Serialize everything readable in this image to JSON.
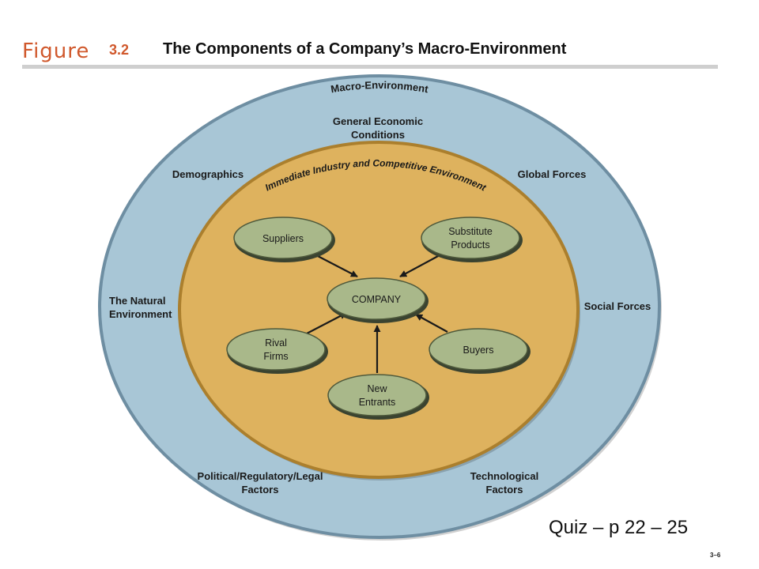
{
  "header": {
    "figure_word": "Figure",
    "figure_number": "3.2",
    "title": "The Components of a Company’s Macro-Environment"
  },
  "outer_ring": {
    "label": "Macro-Environment",
    "factors": {
      "economic": [
        "General Economic",
        "Conditions"
      ],
      "global": [
        "Global Forces"
      ],
      "social": [
        "Social Forces"
      ],
      "technological": [
        "Technological",
        "Factors"
      ],
      "political": [
        "Political/Regulatory/Legal",
        "Factors"
      ],
      "natural": [
        "The Natural",
        "Environment"
      ],
      "demographics": [
        "Demographics"
      ]
    }
  },
  "inner_ring": {
    "label": "Immediate Industry and Competitive Environment"
  },
  "nodes": {
    "company": [
      "COMPANY"
    ],
    "suppliers": [
      "Suppliers"
    ],
    "substitutes": [
      "Substitute",
      "Products"
    ],
    "rivals": [
      "Rival",
      "Firms"
    ],
    "buyers": [
      "Buyers"
    ],
    "entrants": [
      "New",
      "Entrants"
    ]
  },
  "footer": {
    "quiz": "Quiz – p 22 – 25",
    "slide_number": "3–6"
  },
  "colors": {
    "outer_fill": "#a8c6d6",
    "outer_stroke": "#6e8ea2",
    "inner_fill": "#deb25e",
    "inner_stroke": "#ab7f2d",
    "node_fill": "#a9b88a",
    "node_stroke": "#4f5a3c",
    "accent": "#d0582c"
  }
}
